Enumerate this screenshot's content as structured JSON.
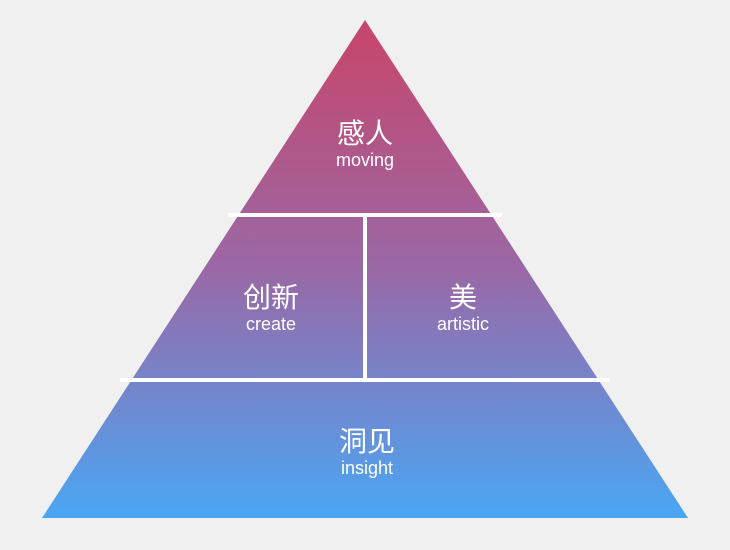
{
  "diagram": {
    "levels": [
      {
        "zh": "感人",
        "en": "moving"
      },
      {
        "zh": "创新",
        "en": "create"
      },
      {
        "zh": "美",
        "en": "artistic"
      },
      {
        "zh": "洞见",
        "en": "insight"
      }
    ]
  },
  "colors": {
    "background": "#f0f0f0",
    "gradient_top": "#c8456a",
    "gradient_middle": "#9a68a6",
    "gradient_bottom": "#4aa6f4",
    "divider": "#ffffff",
    "text": "#ffffff"
  }
}
